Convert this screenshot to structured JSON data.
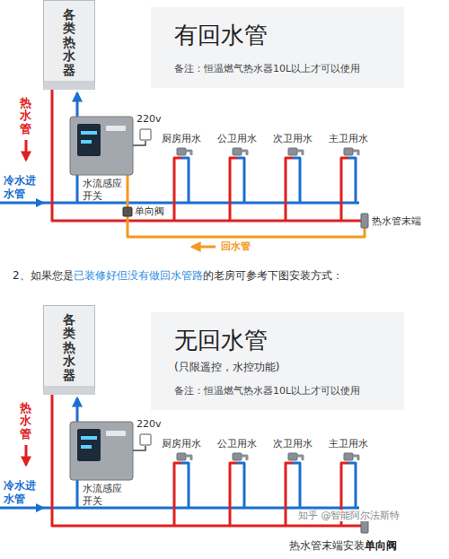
{
  "diagram": {
    "nodes": [
      {
        "text": [
          "各类热水器"
        ]
      },
      {
        "text": [
          "有回水管",
          "备注：恒温燃气热水器10L以上才可以使用"
        ]
      },
      {
        "text": [
          "各类热水器"
        ]
      },
      {
        "text": [
          "无回水管",
          "(只限遥控，水控功能)",
          "备注：恒温燃气热水器10L以上才可以使用"
        ]
      }
    ],
    "labels": [
      "热水管",
      "冷水进水管",
      "220v",
      "水流感应开关",
      "单向阀",
      "厨房用水",
      "公卫用水",
      "次卫用水",
      "主卫用水",
      "热水管末端",
      "回水管",
      "2、如果您是",
      "已装修好但没有做回水管路",
      "的老房可参考下图安装方式：",
      "热水管",
      "冷水进水管",
      "220v",
      "水流感应开关",
      "厨房用水",
      "公卫用水",
      "次卫用水",
      "主卫用水",
      "热水管末端安装",
      "单向阀",
      "知乎 @智能阿尔法斯特"
    ]
  }
}
